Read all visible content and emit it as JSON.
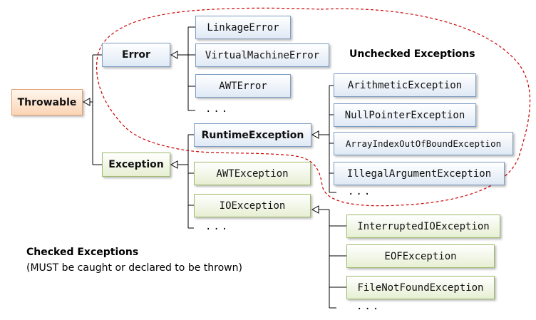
{
  "nodes": {
    "throwable": "Throwable",
    "error": "Error",
    "exception": "Exception",
    "linkage_error": "LinkageError",
    "virtual_machine_error": "VirtualMachineError",
    "awt_error": "AWTError",
    "runtime_exception": "RuntimeException",
    "awt_exception": "AWTException",
    "io_exception": "IOException",
    "arithmetic_exception": "ArithmeticException",
    "null_pointer_exception": "NullPointerException",
    "array_index_out_of_bound_exception": "ArrayIndexOutOfBoundException",
    "illegal_argument_exception": "IllegalArgumentException",
    "interrupted_io_exception": "InterruptedIOException",
    "eof_exception": "EOFException",
    "file_not_found_exception": "FileNotFoundException"
  },
  "ellipsis": "...",
  "labels": {
    "unchecked": "Unchecked Exceptions",
    "checked_title": "Checked Exceptions",
    "checked_note": "(MUST be caught or declared to be thrown)"
  },
  "colors": {
    "error_family": "#dfe9f5",
    "exception_family": "#e6efd3",
    "root": "#fbd5b5",
    "unchecked_boundary": "#cc0000"
  }
}
